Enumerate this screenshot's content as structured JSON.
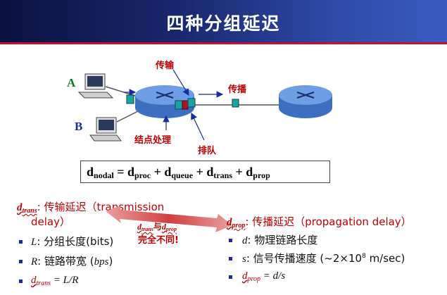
{
  "slide": {
    "title": "四种分组延迟",
    "colors": {
      "banner": "#19286e",
      "accent_red": "#c00000",
      "router": "#5b8fd6",
      "packet": "#1aa3a3"
    }
  },
  "diagram": {
    "host_a": "A",
    "host_b": "B",
    "label_transmission": "传输",
    "label_propagation": "传播",
    "label_processing": "结点处理",
    "label_queueing": "排队",
    "icons": [
      "computer-icon",
      "router-icon",
      "packet-icon",
      "arrow-icon"
    ]
  },
  "formula": {
    "d": "d",
    "nodal": "nodal",
    "proc": "proc",
    "queue": "queue",
    "trans": "trans",
    "prop": "prop",
    "eq": " = ",
    "plus": " + "
  },
  "left": {
    "sym": "d",
    "sub": "trans",
    "title_a": ": 传输延迟（transmission",
    "title_b": "delay）",
    "items": [
      {
        "var": "L",
        "text": ": 分组长度(bits)"
      },
      {
        "var": "R",
        "text": ": 链路带宽 (",
        "unit": "bps",
        "close": ")"
      },
      {
        "lhs_sym": "d",
        "lhs_sub": "trans",
        "rhs": " = L/R"
      }
    ]
  },
  "middle": {
    "sym_a": "d",
    "sub_a": "trans",
    "conj": "与",
    "sym_b": "d",
    "sub_b": "prop",
    "line2": "完全不同!"
  },
  "right": {
    "sym": "d",
    "sub": "prop",
    "title": ": 传播延迟（propagation delay）",
    "items": [
      {
        "var": "d",
        "text": ": 物理链路长度"
      },
      {
        "var": "s",
        "text": ": 信号传播速度 (~2×10",
        "sup": "8",
        "tail": " m/sec)"
      },
      {
        "lhs_sym": "d",
        "lhs_sub": "prop",
        "rhs": " = d/s"
      }
    ]
  }
}
